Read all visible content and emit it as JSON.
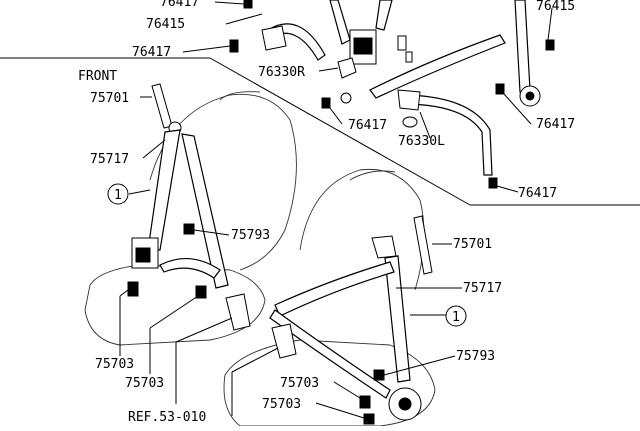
{
  "labels": {
    "top_76417": "76417",
    "top_76415_left": "76415",
    "bracket_76417_left": "76417",
    "front": "FRONT",
    "retractor_76330r": "76330R",
    "upper_75701": "75701",
    "bolt_76417_mid": "76417",
    "retractor_76330l": "76330L",
    "left_75717": "75717",
    "top_76415_right": "76415",
    "right_76417_a": "76417",
    "right_76417_b": "76417",
    "callout_1_left": "1",
    "left_75793": "75793",
    "right_75701": "75701",
    "right_75717": "75717",
    "callout_1_right": "1",
    "bottom_75703_a": "75703",
    "bottom_75703_b": "75703",
    "right_75793": "75793",
    "bottom_75703_c": "75703",
    "bottom_75703_d": "75703",
    "ref": "REF.53-010"
  }
}
